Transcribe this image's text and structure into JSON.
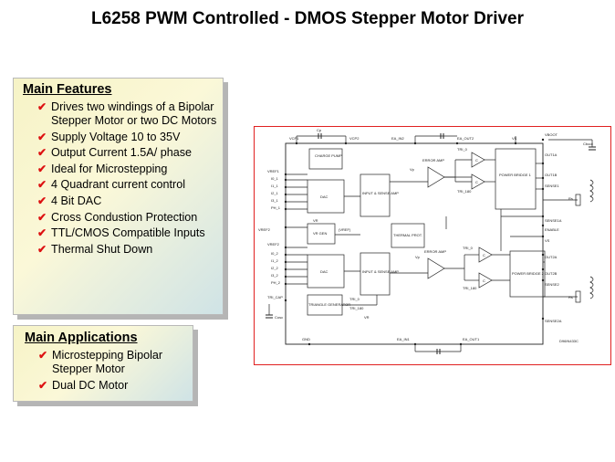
{
  "title": "L6258 PWM Controlled - DMOS Stepper Motor Driver",
  "features": {
    "heading": "Main Features",
    "items": [
      "Drives two windings of a Bipolar Stepper Motor or two DC Motors",
      "Supply Voltage 10 to 35V",
      "Output Current 1.5A/ phase",
      "Ideal for Microstepping",
      "4 Quadrant current control",
      "4 Bit DAC",
      "Cross Condustion Protection",
      "TTL/CMOS Compatible Inputs",
      "Thermal Shut Down"
    ]
  },
  "applications": {
    "heading": "Main Applications",
    "items": [
      "Microstepping Bipolar Stepper Motor",
      "Dual DC Motor"
    ]
  },
  "diagram": {
    "blocks": {
      "charge_pump": "CHARGE PUMP",
      "dac1": "DAC",
      "input_sense1": "INPUT & SENSE AMP",
      "error_amp1": "ERROR AMP",
      "power_bridge1": "POWER BRIDGE 1",
      "vr_gen": "VR GEN",
      "thermal": "THERMAL PROT.",
      "dac2": "DAC",
      "input_sense2": "INPUT & SENSE AMP",
      "error_amp2": "ERROR AMP",
      "power_bridge2": "POWER BRIDGE 2",
      "triangle": "TRIANGLE GENERATOR"
    },
    "labels": {
      "vcp1": "VCP1",
      "vcp2": "VCP2",
      "ea_in2": "EA_IN2",
      "ea_out2": "EA_OUT2",
      "vs_top": "VS",
      "vboot": "VBOOT",
      "cboot": "Cboot",
      "cp": "Cp",
      "vref1": "VREF1",
      "i0_1": "I0_1",
      "i1_1": "I1_1",
      "i2_1": "I2_1",
      "i3_1": "I3_1",
      "ph_1": "PH_1",
      "tri_0_a": "TRI_0",
      "tri_180_a": "TRI_180",
      "vr": "VR",
      "vref2_in": "VREF2",
      "vref_out": "(VREF)",
      "vref2": "VREF2",
      "i0_2": "I0_2",
      "i1_2": "I1_2",
      "i2_2": "I2_2",
      "i3_2": "I3_2",
      "ph_2": "PH_2",
      "tri_cap": "TRI_CAP",
      "cosc": "Cosc",
      "tri_0_b": "TRI_0",
      "tri_180_b": "TRI_180",
      "tri_0_c": "TRI_0",
      "tri_180_c": "TRI_180",
      "vr_b": "VR",
      "out1a": "OUT1A",
      "out1b": "OUT1B",
      "sense1": "SENSE1",
      "rs1": "Rs",
      "sense1a": "SENSE1A",
      "enable": "ENABLE",
      "vs_right": "VS",
      "out2a": "OUT2A",
      "out2b": "OUT2B",
      "sense2": "SENSE2",
      "rs2": "Rs",
      "sense2a": "SENSE2A",
      "gnd": "GND",
      "ea_in1": "EA_IN1",
      "ea_out1": "EA_OUT1",
      "code": "D96IN433C",
      "vp1": "Vp",
      "vp2": "Vp",
      "c1": "C",
      "c2": "C",
      "c3": "C",
      "c4": "C"
    }
  },
  "colors": {
    "accent": "#d11111",
    "frame": "#e02020",
    "text": "#000000"
  }
}
